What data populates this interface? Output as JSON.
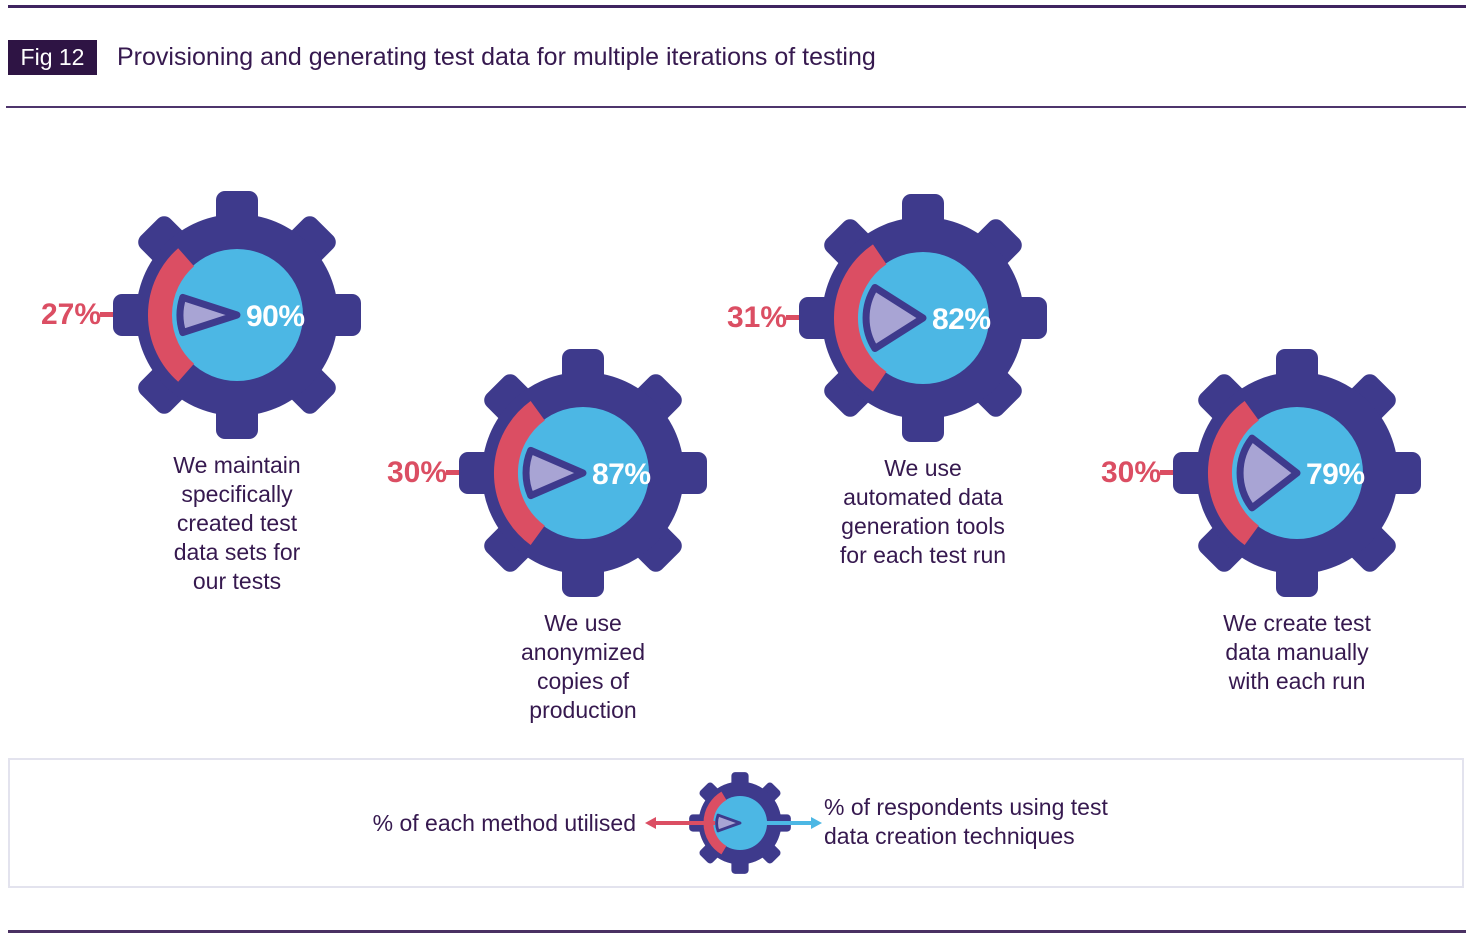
{
  "figure": {
    "badge": "Fig 12",
    "title": "Provisioning and generating test data for multiple iterations of testing"
  },
  "colors": {
    "indigo": "#3E3A8C",
    "blue": "#4CB7E4",
    "lavender": "#A8A4D4",
    "red": "#DB4E63",
    "text_purple": "#36194F",
    "badge_bg": "#2E1444",
    "rule_purple": "#3F2460",
    "legend_border": "#E3E3EE",
    "pct_text_white": "#FFFFFF"
  },
  "gears": [
    {
      "method_pct": 27,
      "respondents_pct": 90,
      "method_label": "27%",
      "respondents_label": "90%",
      "caption": "We maintain\nspecifically\ncreated test\ndata sets for\nour tests"
    },
    {
      "method_pct": 30,
      "respondents_pct": 87,
      "method_label": "30%",
      "respondents_label": "87%",
      "caption": "We use\nanonymized\ncopies of\nproduction"
    },
    {
      "method_pct": 31,
      "respondents_pct": 82,
      "method_label": "31%",
      "respondents_label": "82%",
      "caption": "We use\nautomated data\ngeneration tools\nfor each test run"
    },
    {
      "method_pct": 30,
      "respondents_pct": 79,
      "method_label": "30%",
      "respondents_label": "79%",
      "caption": "We create test\ndata manually\nwith each run"
    }
  ],
  "legend": {
    "left_label": "% of each method utilised",
    "right_label": "% of respondents using test\ndata creation techniques"
  },
  "chart_data": {
    "type": "pie",
    "figure_label": "Fig 12",
    "title": "Provisioning and generating test data for multiple iterations of testing",
    "categories": [
      "We maintain specifically created test data sets for our tests",
      "We use anonymized copies of production",
      "We use automated data generation tools for each test run",
      "We create test data manually with each run"
    ],
    "series": [
      {
        "name": "% of respondents using test data creation techniques",
        "values": [
          90,
          87,
          82,
          79
        ]
      },
      {
        "name": "% of each method utilised",
        "values": [
          27,
          30,
          31,
          30
        ]
      }
    ],
    "legend_position": "bottom",
    "notes": "Each gauge is a gear icon: inner blue pie = respondents %, outer red arc = method utilised %"
  }
}
